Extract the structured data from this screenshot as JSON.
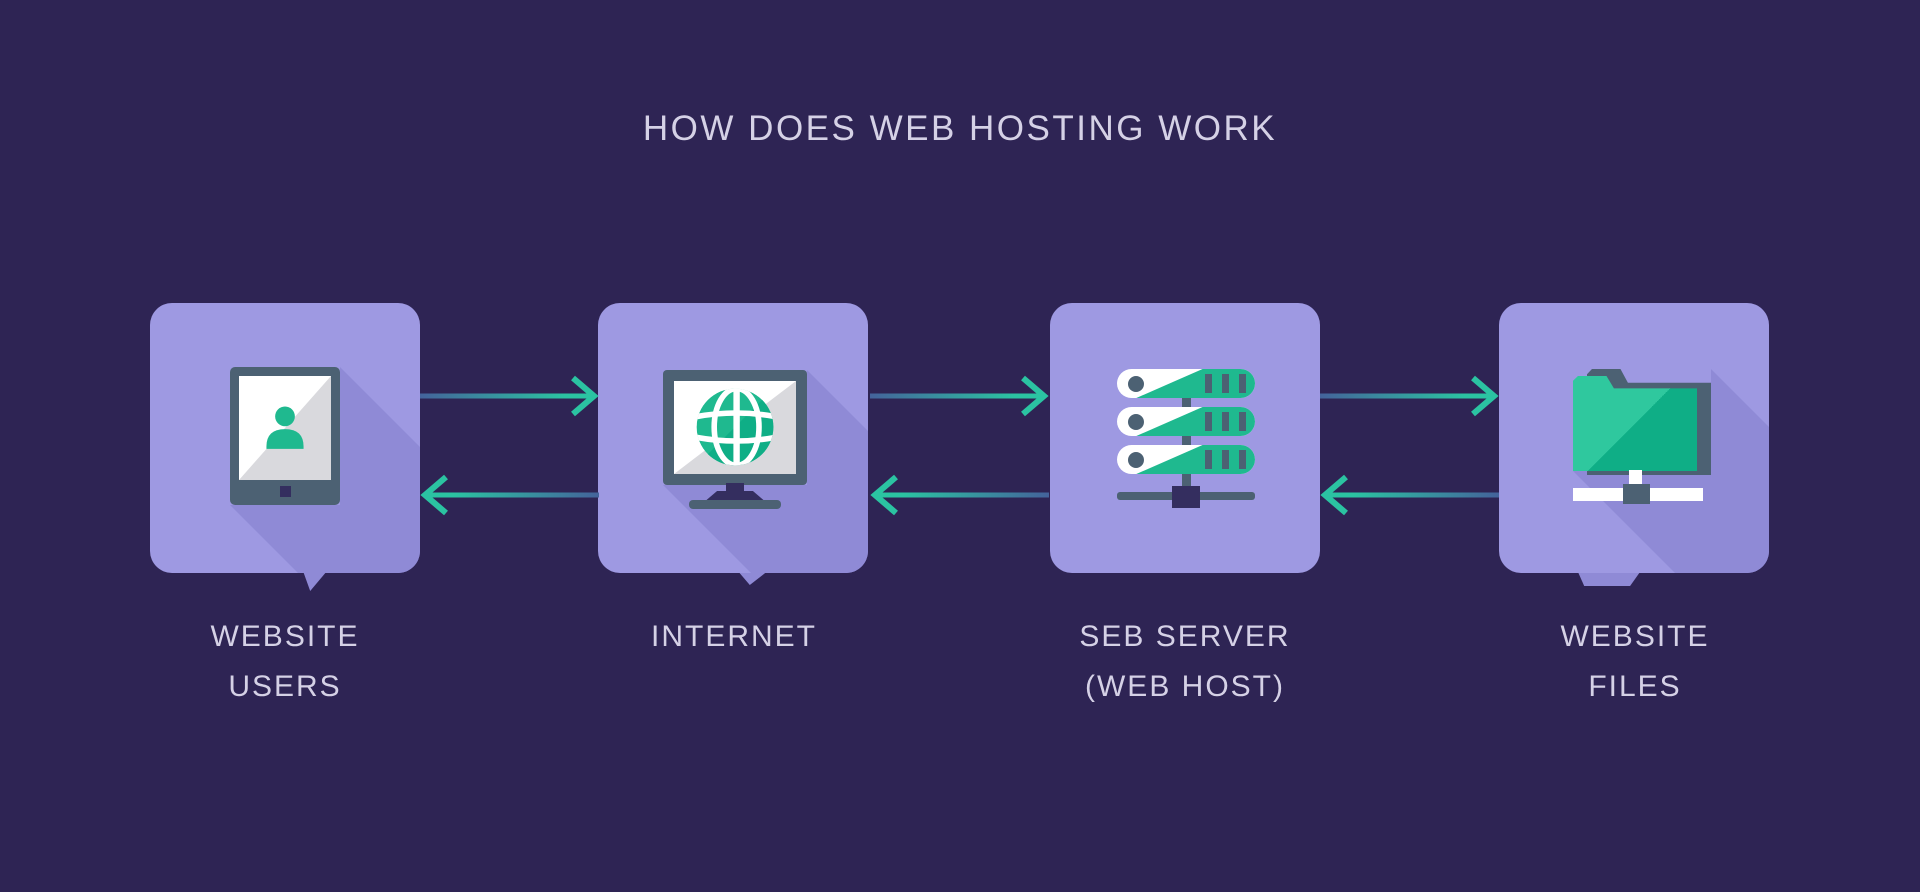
{
  "title": "HOW DOES WEB HOSTING WORK",
  "nodes": [
    {
      "id": "website-users",
      "label_lines": [
        "WEBSITE",
        "USERS"
      ],
      "icon": "tablet-user-icon"
    },
    {
      "id": "internet",
      "label_lines": [
        "INTERNET"
      ],
      "icon": "monitor-globe-icon"
    },
    {
      "id": "web-server",
      "label_lines": [
        "SEB SERVER",
        "(WEB HOST)"
      ],
      "icon": "server-rack-icon"
    },
    {
      "id": "website-files",
      "label_lines": [
        "WEBSITE",
        "FILES"
      ],
      "icon": "network-folder-icon"
    }
  ],
  "arrows": {
    "top_direction": "left-to-right",
    "bottom_direction": "right-to-left",
    "count_pairs": 3
  },
  "colors": {
    "bg": "#2E2454",
    "box": "#9E99E2",
    "box_shadow": "#8F8AD6",
    "teal": "#2BC3A2",
    "arrow_blue": "#44639B",
    "green": "#1FB98F",
    "green_light": "#2FC89E",
    "green_dark": "#0FAE86",
    "slate": "#4C6173",
    "dark": "#342E5F",
    "white": "#FFFFFF",
    "gray": "#D9D9DD",
    "text": "#D5D1E6"
  }
}
